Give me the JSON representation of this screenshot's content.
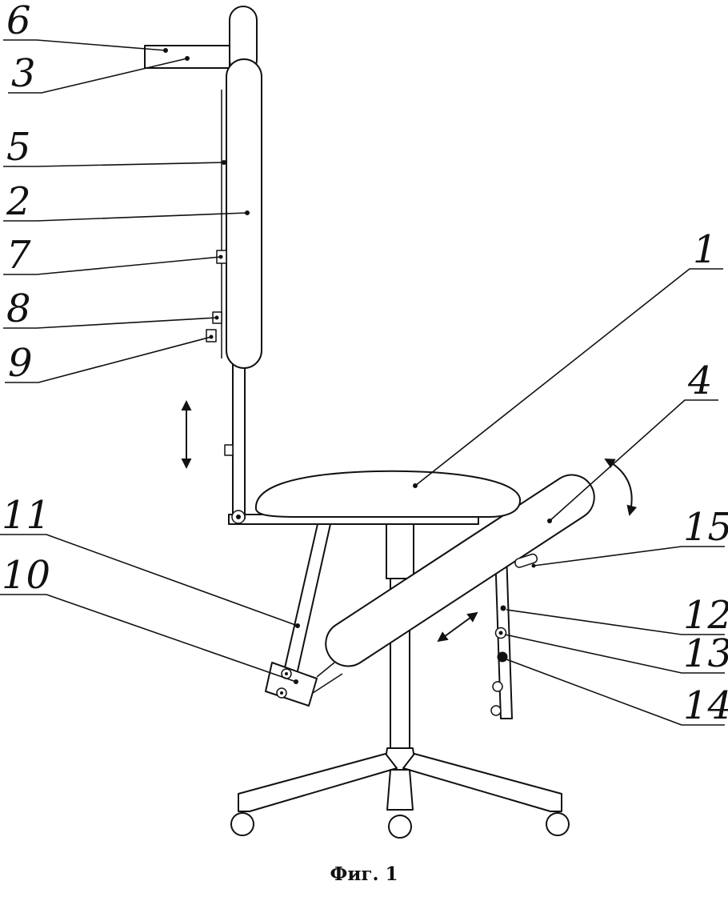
{
  "figure": {
    "caption": "Фиг. 1"
  },
  "labels": {
    "l1": "1",
    "l2": "2",
    "l3": "3",
    "l4": "4",
    "l5": "5",
    "l6": "6",
    "l7": "7",
    "l8": "8",
    "l9": "9",
    "l10": "10",
    "l11": "11",
    "l12": "12",
    "l13": "13",
    "l14": "14",
    "l15": "15"
  },
  "colors": {
    "line": "#111111",
    "background": "#ffffff"
  }
}
